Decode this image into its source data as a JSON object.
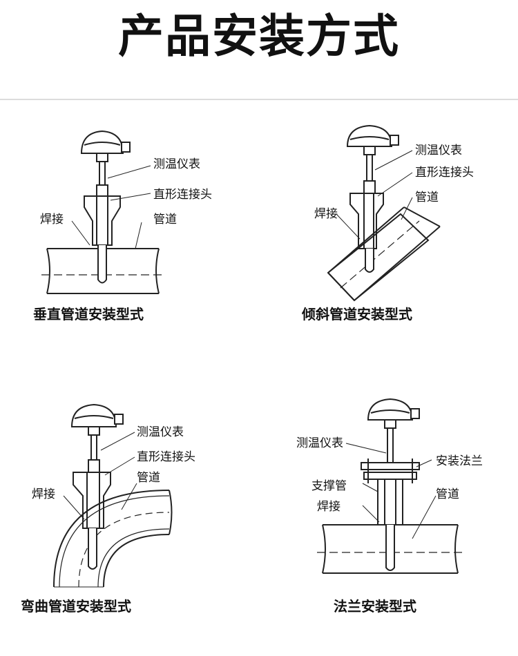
{
  "title": "产品安装方式",
  "panels": {
    "vertical": {
      "caption": "垂直管道安装型式",
      "labels": {
        "instrument": "测温仪表",
        "connector": "直形连接头",
        "weld": "焊接",
        "pipe": "管道"
      }
    },
    "inclined": {
      "caption": "倾斜管道安装型式",
      "labels": {
        "instrument": "测温仪表",
        "connector": "直形连接头",
        "pipe": "管道",
        "weld": "焊接"
      }
    },
    "bend": {
      "caption": "弯曲管道安装型式",
      "labels": {
        "instrument": "测温仪表",
        "connector": "直形连接头",
        "pipe": "管道",
        "weld": "焊接"
      }
    },
    "flange": {
      "caption": "法兰安装型式",
      "labels": {
        "instrument": "测温仪表",
        "flange": "安装法兰",
        "support": "支撑管",
        "pipe": "管道",
        "weld": "焊接"
      }
    }
  }
}
